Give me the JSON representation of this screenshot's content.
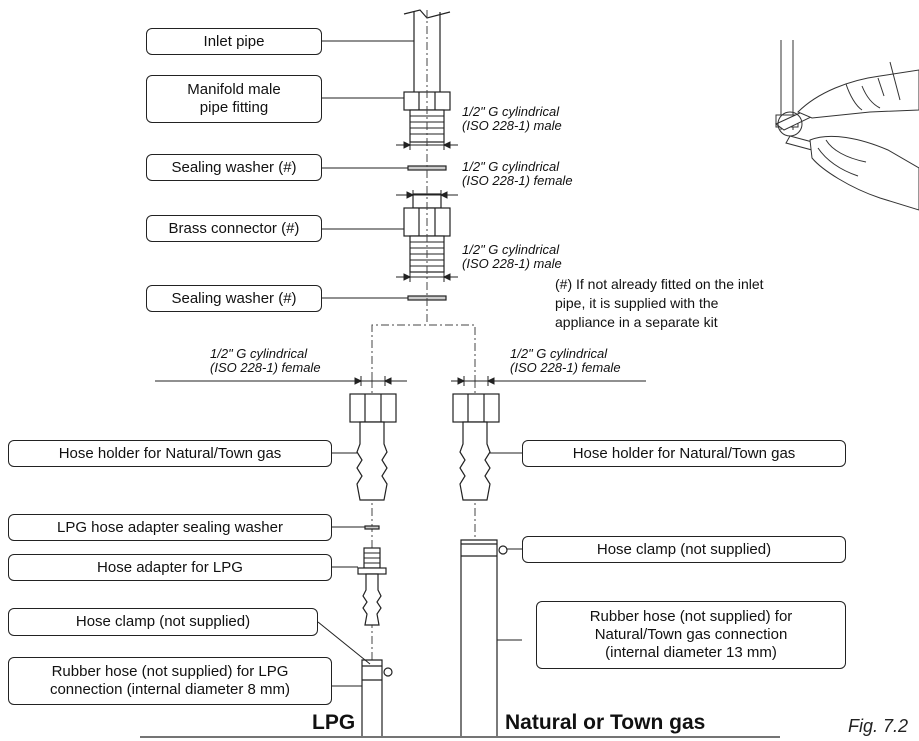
{
  "labels": {
    "inlet_pipe": "Inlet pipe",
    "manifold_fitting": "Manifold male\npipe fitting",
    "sealing_washer_top": "Sealing washer (#)",
    "brass_connector": "Brass connector (#)",
    "sealing_washer_bottom": "Sealing washer (#)",
    "hose_holder_left": "Hose holder for Natural/Town gas",
    "hose_holder_right": "Hose holder for Natural/Town gas",
    "lpg_washer": "LPG hose adapter sealing washer",
    "lpg_adapter": "Hose adapter for LPG",
    "hose_clamp_left": "Hose clamp (not supplied)",
    "hose_clamp_right": "Hose clamp (not supplied)",
    "rubber_hose_lpg": "Rubber hose (not supplied) for LPG\nconnection (internal diameter 8 mm)",
    "rubber_hose_natural": "Rubber hose (not supplied) for\nNatural/Town gas connection\n(internal diameter 13 mm)"
  },
  "specs": {
    "male_1": "1/2\" G cylindrical\n(ISO 228-1) male",
    "female_1": "1/2\" G cylindrical\n(ISO 228-1) female",
    "male_2": "1/2\" G cylindrical\n(ISO 228-1) male",
    "female_left": "1/2\" G cylindrical\n(ISO 228-1) female",
    "female_right": "1/2\" G cylindrical\n(ISO 228-1) female"
  },
  "note": "(#) If not already fitted on the inlet\npipe, it is supplied with the\nappliance in a separate kit",
  "captions": {
    "lpg": "LPG",
    "natural": "Natural or Town gas",
    "figure": "Fig. 7.2"
  }
}
